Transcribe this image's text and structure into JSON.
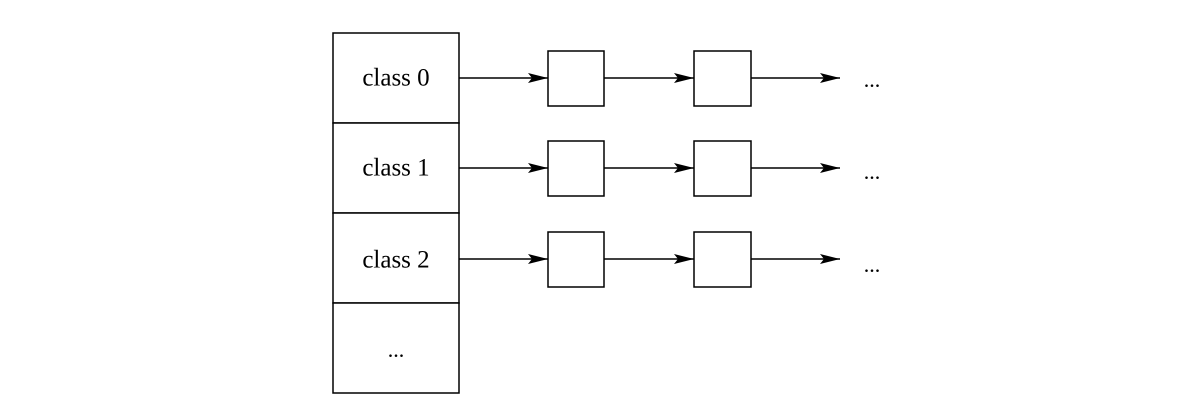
{
  "diagram": {
    "table_rows": [
      {
        "label": "class 0",
        "has_list": true
      },
      {
        "label": "class 1",
        "has_list": true
      },
      {
        "label": "class 2",
        "has_list": true
      },
      {
        "label": "...",
        "has_list": false
      }
    ],
    "list_trailing_text": "...",
    "nodes_per_list": 2,
    "colors": {
      "stroke": "#000000",
      "fill": "#ffffff",
      "background": "#ffffff"
    }
  }
}
